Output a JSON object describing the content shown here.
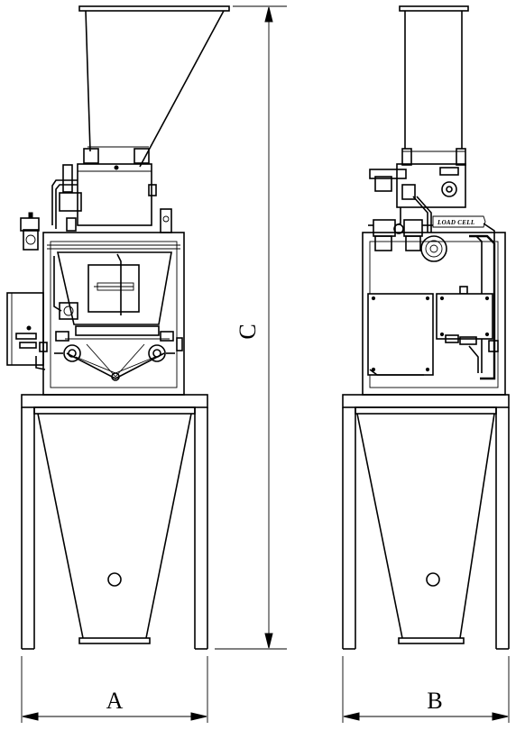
{
  "drawing": {
    "dimension_labels": {
      "width_front": "A",
      "width_side": "B",
      "height": "C"
    },
    "callouts": {
      "load_cell": "LOAD CELL"
    }
  }
}
